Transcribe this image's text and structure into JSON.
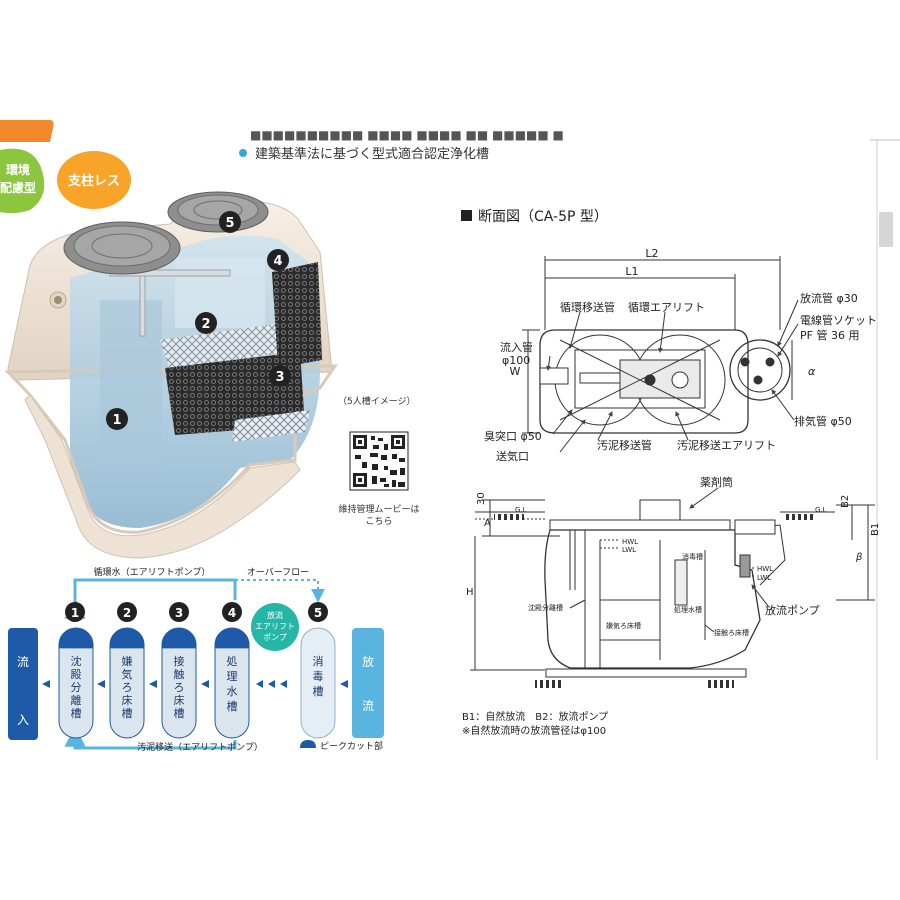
{
  "colors": {
    "accent_orange": "#f08a2a",
    "badge_green": "#8cc63f",
    "badge_orange": "#f7a428",
    "bullet_blue": "#3aa6d6",
    "flow_blue": "#1e5aa8",
    "tank_blue": "#bcd6e6",
    "flow_light": "#e6eef5",
    "teal": "#25b6a6",
    "dotted_blue": "#59b4e0"
  },
  "header": {
    "top_text_partial": "■■■■■■■■■■ ■■■■ ■■■■ ■■ ■■■■■ ■",
    "bullet_text": "建築基準法に基づく型式適合認定浄化槽"
  },
  "badges": {
    "environment": [
      "環境",
      "配慮型"
    ],
    "no_pillar": "支柱レス"
  },
  "illustration": {
    "caption": "（5人槽イメージ）",
    "markers": [
      "1",
      "2",
      "3",
      "4",
      "5"
    ]
  },
  "qr": {
    "caption_line1": "維持管理ムービーは",
    "caption_line2": "こちら"
  },
  "section": {
    "title": "断面図（CA-5P 型）"
  },
  "plan_view": {
    "dims": [
      "L2",
      "L1",
      "W",
      "α"
    ],
    "labels": {
      "circ_transfer": "循環移送管",
      "circ_airlift": "循環エアリフト",
      "discharge_pipe": "放流管 φ30",
      "cable_socket": "電線管ソケット",
      "pf_pipe": "PF 管 36 用",
      "inlet_pipe_1": "流入管",
      "inlet_pipe_2": "φ100",
      "odor_port": "臭突口 φ50",
      "sludge_pipe": "汚泥移送管",
      "sludge_airlift": "汚泥移送エアリフト",
      "air_inlet": "送気口",
      "exhaust_pipe": "排気管 φ50"
    }
  },
  "section_view": {
    "dims": [
      "30",
      "A",
      "H",
      "B2",
      "B1",
      "β",
      "G.L",
      "G.L"
    ],
    "labels": {
      "chemical_tube": "薬剤筒",
      "hwl": "HWL",
      "lwl": "LWL",
      "hwl2": "HWL",
      "lwl2": "LWL",
      "disinfect": "消毒槽",
      "sediment": "沈殿分離槽",
      "anaerobic": "嫌気ろ床槽",
      "treated": "処理水槽",
      "contact": "接触ろ床槽",
      "discharge_pump": "放流ポンプ"
    }
  },
  "notes": {
    "line1": "B1：自然放流　B2：放流ポンプ",
    "line2": "※自然放流時の放流管径はφ100"
  },
  "flow": {
    "top_label": "循環水（エアリフトポンプ）",
    "overflow_label": "オーバーフロー",
    "bottom_label": "汚泥移送（エアリフトポンプ）",
    "numbers": [
      "1",
      "2",
      "3",
      "4",
      "5"
    ],
    "inflow": "流入",
    "stages": [
      "沈殿分離槽",
      "嫌気ろ床槽",
      "接触ろ床槽",
      "処理水槽",
      "消毒槽"
    ],
    "pump_bubble": [
      "放流",
      "エアリフト",
      "ポンプ"
    ],
    "outflow": "放流",
    "peak_legend": "ピークカット部"
  }
}
